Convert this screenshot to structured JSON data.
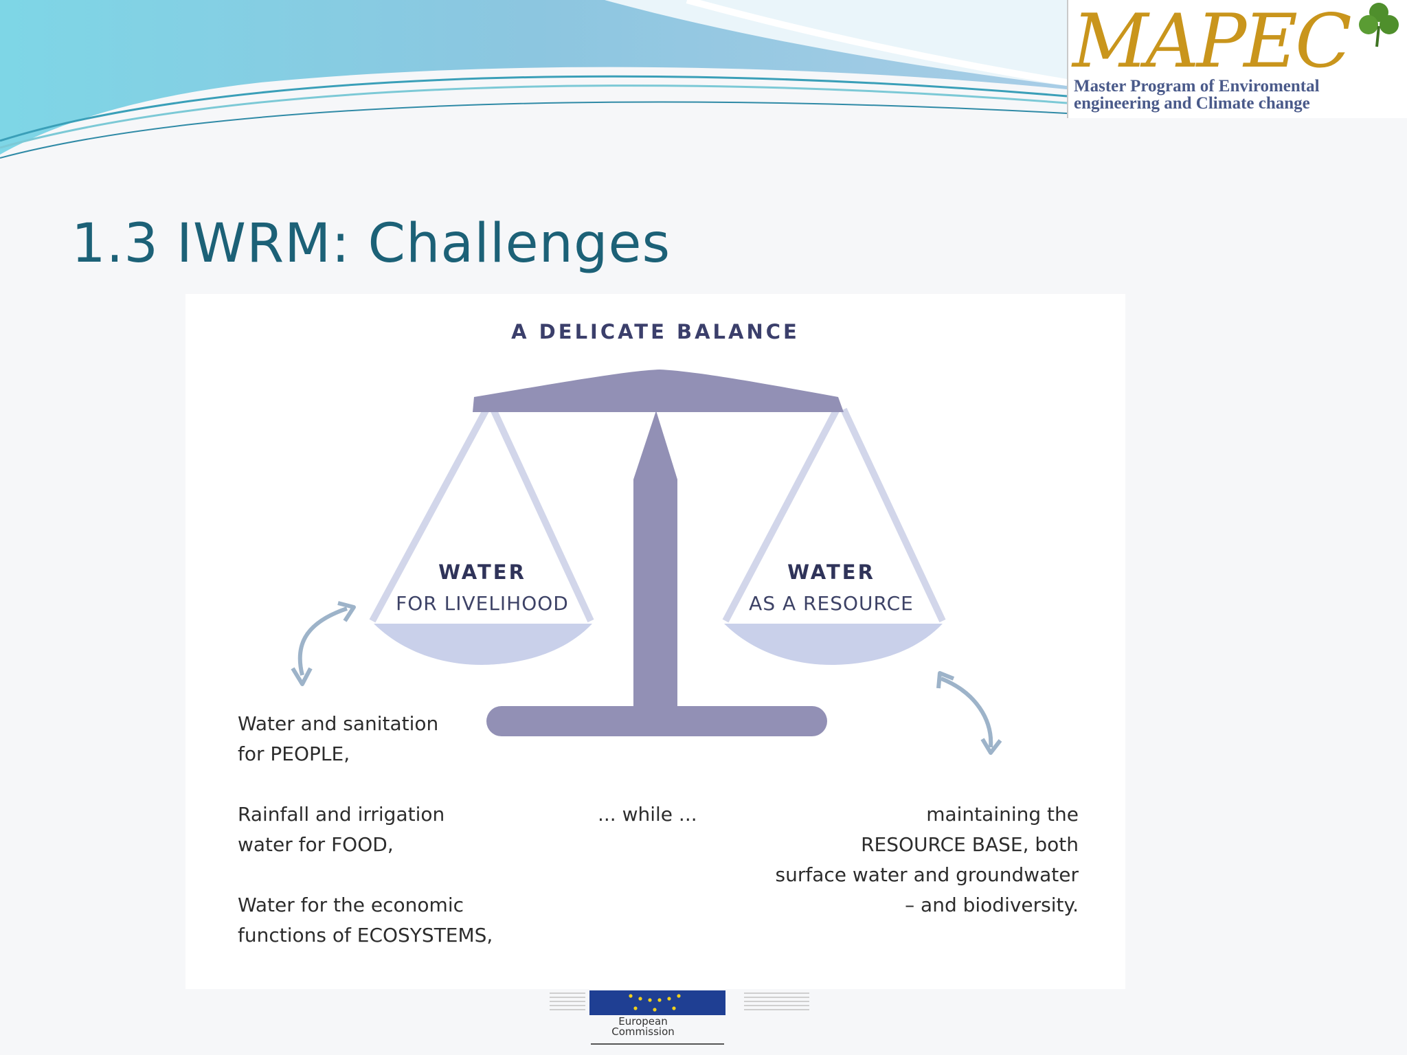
{
  "header": {
    "logo": {
      "mark": "MAPEC",
      "line1": "Master Program of Enviromental",
      "line2": "engineering and Climate change"
    }
  },
  "slide": {
    "title": "1.3 IWRM: Challenges"
  },
  "diagram": {
    "title": "A DELICATE BALANCE",
    "left_pan": {
      "title": "WATER",
      "subtitle": "FOR LIVELIHOOD"
    },
    "right_pan": {
      "title": "WATER",
      "subtitle": "AS A RESOURCE"
    },
    "left_texts": [
      "Water and sanitation\nfor PEOPLE,",
      "Rainfall and irrigation\nwater for FOOD,",
      "Water for the economic\nfunctions of ECOSYSTEMS,"
    ],
    "middle_text": "... while ...",
    "right_text": "maintaining the\nRESOURCE BASE, both\nsurface water and groundwater\n– and biodiversity.",
    "colors": {
      "beam": "#9290b5",
      "pan_fill": "#c9d0ea",
      "strings": "#d2d6ea",
      "arrows": "#9db3c9",
      "text_dark": "#2f3359"
    }
  },
  "footer": {
    "eu_logo_text": "European\nCommission"
  }
}
